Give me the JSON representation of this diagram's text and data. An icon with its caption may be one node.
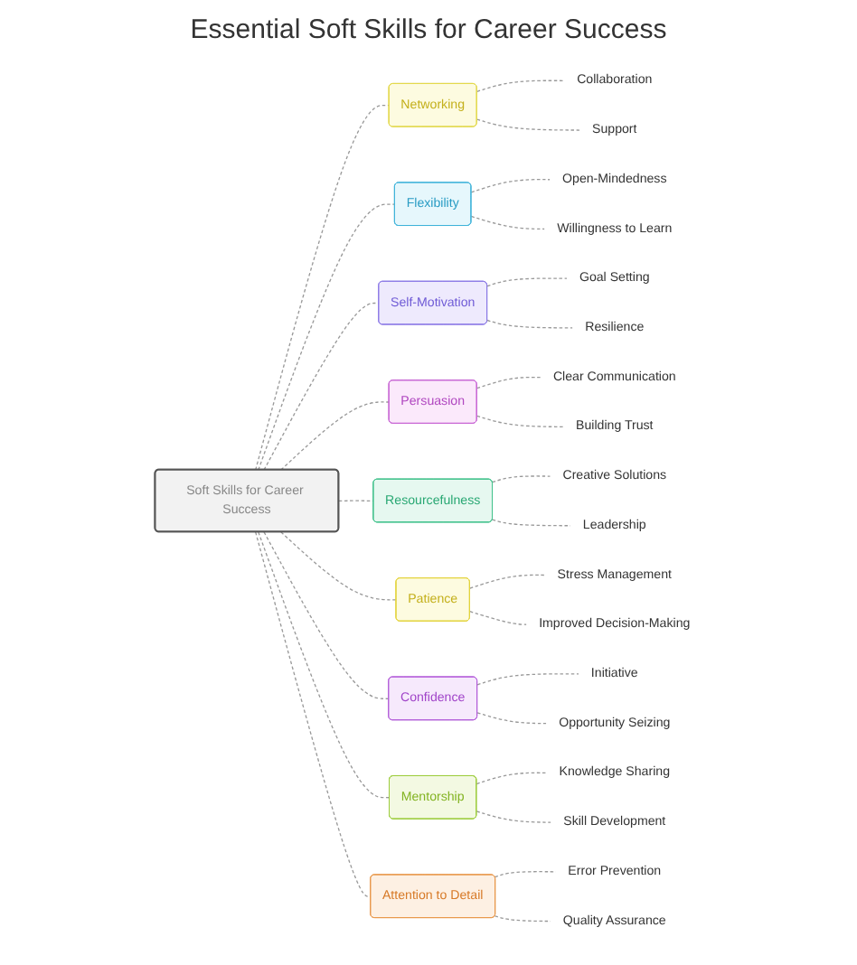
{
  "diagram": {
    "title": "Essential Soft Skills for Career Success",
    "nodes": [
      {
        "text": [
          "Soft Skills for Career Success"
        ]
      },
      {
        "text": [
          "Networking"
        ]
      },
      {
        "text": [
          "Collaboration"
        ]
      },
      {
        "text": [
          "Support"
        ]
      },
      {
        "text": [
          "Flexibility"
        ]
      },
      {
        "text": [
          "Open-Mindedness"
        ]
      },
      {
        "text": [
          "Willingness to Learn"
        ]
      },
      {
        "text": [
          "Self-Motivation"
        ]
      },
      {
        "text": [
          "Goal Setting"
        ]
      },
      {
        "text": [
          "Resilience"
        ]
      },
      {
        "text": [
          "Persuasion"
        ]
      },
      {
        "text": [
          "Clear Communication"
        ]
      },
      {
        "text": [
          "Building Trust"
        ]
      },
      {
        "text": [
          "Resourcefulness"
        ]
      },
      {
        "text": [
          "Creative Solutions"
        ]
      },
      {
        "text": [
          "Leadership"
        ]
      },
      {
        "text": [
          "Patience"
        ]
      },
      {
        "text": [
          "Stress Management"
        ]
      },
      {
        "text": [
          "Improved Decision-Making"
        ]
      },
      {
        "text": [
          "Confidence"
        ]
      },
      {
        "text": [
          "Initiative"
        ]
      },
      {
        "text": [
          "Opportunity Seizing"
        ]
      },
      {
        "text": [
          "Mentorship"
        ]
      },
      {
        "text": [
          "Knowledge Sharing"
        ]
      },
      {
        "text": [
          "Skill Development"
        ]
      },
      {
        "text": [
          "Attention to Detail"
        ]
      },
      {
        "text": [
          "Error Prevention"
        ]
      },
      {
        "text": [
          "Quality Assurance"
        ]
      }
    ],
    "edges": [
      {
        "from": 0,
        "to": 1,
        "arrow": "none",
        "style": "dashed"
      },
      {
        "from": 1,
        "to": 2,
        "arrow": "none",
        "style": "dashed"
      },
      {
        "from": 1,
        "to": 3,
        "arrow": "none",
        "style": "dashed"
      },
      {
        "from": 0,
        "to": 4,
        "arrow": "none",
        "style": "dashed"
      },
      {
        "from": 4,
        "to": 5,
        "arrow": "none",
        "style": "dashed"
      },
      {
        "from": 4,
        "to": 6,
        "arrow": "none",
        "style": "dashed"
      },
      {
        "from": 0,
        "to": 7,
        "arrow": "none",
        "style": "dashed"
      },
      {
        "from": 7,
        "to": 8,
        "arrow": "none",
        "style": "dashed"
      },
      {
        "from": 7,
        "to": 9,
        "arrow": "none",
        "style": "dashed"
      },
      {
        "from": 0,
        "to": 10,
        "arrow": "none",
        "style": "dashed"
      },
      {
        "from": 10,
        "to": 11,
        "arrow": "none",
        "style": "dashed"
      },
      {
        "from": 10,
        "to": 12,
        "arrow": "none",
        "style": "dashed"
      },
      {
        "from": 0,
        "to": 13,
        "arrow": "none",
        "style": "dashed"
      },
      {
        "from": 13,
        "to": 14,
        "arrow": "none",
        "style": "dashed"
      },
      {
        "from": 13,
        "to": 15,
        "arrow": "none",
        "style": "dashed"
      },
      {
        "from": 0,
        "to": 16,
        "arrow": "none",
        "style": "dashed"
      },
      {
        "from": 16,
        "to": 17,
        "arrow": "none",
        "style": "dashed"
      },
      {
        "from": 16,
        "to": 18,
        "arrow": "none",
        "style": "dashed"
      },
      {
        "from": 0,
        "to": 19,
        "arrow": "none",
        "style": "dashed"
      },
      {
        "from": 19,
        "to": 20,
        "arrow": "none",
        "style": "dashed"
      },
      {
        "from": 19,
        "to": 21,
        "arrow": "none",
        "style": "dashed"
      },
      {
        "from": 0,
        "to": 22,
        "arrow": "none",
        "style": "dashed"
      },
      {
        "from": 22,
        "to": 23,
        "arrow": "none",
        "style": "dashed"
      },
      {
        "from": 22,
        "to": 24,
        "arrow": "none",
        "style": "dashed"
      },
      {
        "from": 0,
        "to": 25,
        "arrow": "none",
        "style": "dashed"
      },
      {
        "from": 25,
        "to": 26,
        "arrow": "none",
        "style": "dashed"
      },
      {
        "from": 25,
        "to": 27,
        "arrow": "none",
        "style": "dashed"
      }
    ]
  }
}
